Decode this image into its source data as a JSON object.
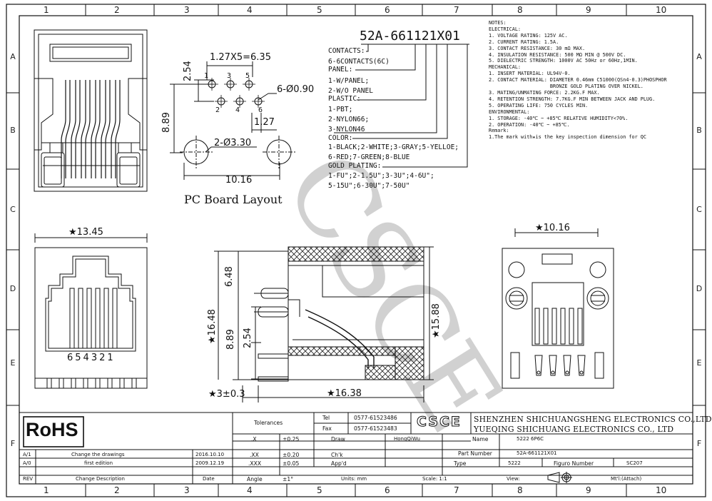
{
  "frame": {
    "columns": [
      "1",
      "2",
      "3",
      "4",
      "5",
      "6",
      "7",
      "8",
      "9",
      "10"
    ],
    "rows": [
      "A",
      "B",
      "C",
      "D",
      "E",
      "F"
    ]
  },
  "part_number": "52A-661121X01",
  "options": {
    "contacts_title": "CONTACTS:",
    "contacts": "6-6CONTACTS(6C)",
    "panel_title": "PANEL:",
    "panel_1": "1-W/PANEL;",
    "panel_2": "2-W/O PANEL",
    "plastic_title": "PLASTIC:",
    "plastic_1": "1-PBT;",
    "plastic_2": "2-NYLON66;",
    "plastic_3": "3-NYLON46",
    "color_title": "COLOR:",
    "color_1": "1-BLACK;2-WHITE;3-GRAY;5-YELLOE;",
    "color_2": "6-RED;7-GREEN;8-BLUE",
    "gold_title": "GOLD PLATING:",
    "gold_1": "1-FU\";2-1.5U\";3-3U\";4-6U\";",
    "gold_2": "5-15U\";6-30U\";7-50U\""
  },
  "notes": [
    "NOTES:",
    "ELECTRICAL:",
    "1. VOLTAGE RATING: 125V AC.",
    "2. CURRENT RATING: 1.5A.",
    "3. CONTACT RESISTANCE: 30 mΩ MAX.",
    "4. INSULATION RESISTANCE: 500 MΩ MIN @ 500V DC.",
    "5. DIELECTRIC STRENGTH: 1000V AC 50Hz or 60Hz,1MIN.",
    "MECHANICAL:",
    "1. INSERT MATERIAL: UL94V-0.",
    "2. CONTACT MATERIAL: DIAMETER 0.46mm C51000(QSn4-0.3)PHOSPHOR",
    "                     BRONZE GOLD PLATING OVER NICKEL.",
    "3. MATING/UNMATING FORCE: 2.2KG.F MAX.",
    "4. RETENTION STRENGTH: 7.7KG.F MIN BETWEEN JACK AND PLUG.",
    "5. OPERATING LIFE: 750 CYCLES MIN.",
    "ENVIRONMENTAL:",
    "1. STORAGE: -40℃ ~ +85℃ RELATIVE HUMIDITY<70%.",
    "2. OPERATION: -40℃ ~ +85℃.",
    "Remark:",
    "1.The mark with★is the key inspection dimension for QC"
  ],
  "pcb_layout": {
    "title": "PC Board Layout",
    "dim_pitch": "1.27X5=6.35",
    "dim_254": "2.54",
    "dim_889": "8.89",
    "dim_hole": "6-Ø0.90",
    "dim_127": "1.27",
    "dim_big_hole": "2-Ø3.30",
    "dim_1016": "10.16",
    "pins": [
      "1",
      "3",
      "5",
      "2",
      "4",
      "6"
    ]
  },
  "front_view": {
    "width": "★13.45",
    "pins": "654321"
  },
  "side_view": {
    "dim_648": "6.48",
    "dim_1648": "★16.48",
    "dim_889": "8.89",
    "dim_254": "2.54",
    "dim_1588": "★15.88",
    "dim_3": "★3±0.3",
    "dim_1638": "★16.38"
  },
  "bottom_view": {
    "width": "★10.16"
  },
  "watermark": "CSCE",
  "title_block": {
    "rohs": "RoHS",
    "tolerances": "Tolerances",
    "tel_label": "Tel",
    "tel": "0577-61523486",
    "fax_label": "Fax",
    "fax": "0577-61523483",
    "logo": "CSCE",
    "company_1": "SHENZHEN SHICHUANGSHENG ELECTRONICS CO.,LTD",
    "company_2": "YUEQING SHICHUANG ELECTRONICS CO., LTD",
    "tol_x": ".X",
    "tol_x_val": "±0.25",
    "tol_xx": ".XX",
    "tol_xx_val": "±0.20",
    "tol_xxx": ".XXX",
    "tol_xxx_val": "±0.05",
    "angle": "Angle",
    "angle_val": "±1°",
    "draw_label": "Draw",
    "draw_val": "HongQiWu",
    "chk_label": "Ch'k",
    "appd_label": "App'd",
    "name_label": "Name",
    "name_val": "5222 6P6C",
    "partno_label": "Part Number",
    "partno_val": "52A-661121X01",
    "type_label": "Type",
    "type_val": "5222",
    "figure_label": "Figuro Number",
    "figure_val": "SC207",
    "units": "Units: mm",
    "scale": "Scale: 1:1",
    "view": "View:",
    "material": "Mt'l:(Attach)",
    "rev_rows": [
      {
        "rev": "A/1",
        "desc": "Change the drawings",
        "date": "2016.10.10"
      },
      {
        "rev": "A/0",
        "desc": "first edition",
        "date": "2009.12.19"
      }
    ],
    "rev_header": "REV",
    "desc_header": "Change Description",
    "date_header": "Date"
  }
}
